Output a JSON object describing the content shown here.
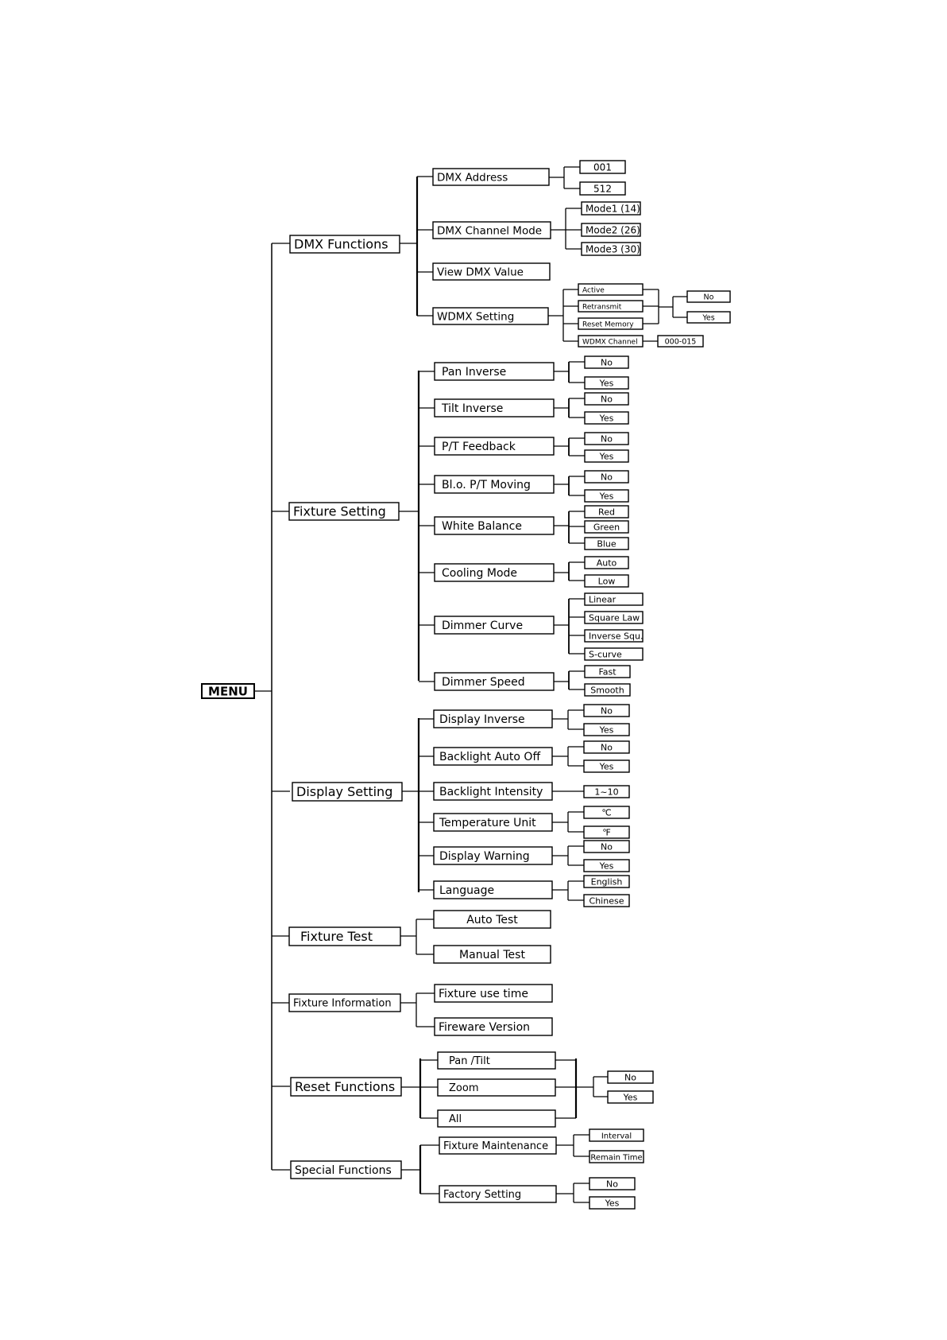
{
  "menu": "MENU",
  "dmx": {
    "label": "DMX Functions",
    "address": {
      "label": "DMX  Address",
      "min": "001",
      "max": "512"
    },
    "channel_mode": {
      "label": "DMX  Channel Mode",
      "options": [
        "Mode1 (14)",
        "Mode2 (26)",
        "Mode3 (30)"
      ]
    },
    "view_value": {
      "label": "View DMX Value"
    },
    "wdmx": {
      "label": "WDMX Setting",
      "options": [
        "Active",
        "Retransmit",
        "Reset Memory",
        "WDMX Channel"
      ],
      "choices": [
        "No",
        "Yes"
      ],
      "channel_range": "000-015"
    }
  },
  "fixture_setting": {
    "label": "Fixture Setting",
    "items": [
      {
        "label": "Pan Inverse",
        "options": [
          "No",
          "Yes"
        ]
      },
      {
        "label": "Tilt  Inverse",
        "options": [
          "No",
          "Yes"
        ]
      },
      {
        "label": "P/T Feedback",
        "options": [
          "No",
          "Yes"
        ]
      },
      {
        "label": "Bl.o. P/T Moving",
        "options": [
          "No",
          "Yes"
        ]
      },
      {
        "label": "White Balance",
        "options": [
          "Red",
          "Green",
          "Blue"
        ]
      },
      {
        "label": "Cooling Mode",
        "options": [
          "Auto",
          "Low"
        ]
      },
      {
        "label": "Dimmer Curve",
        "options": [
          "Linear",
          "Square Law",
          "Inverse Squ.",
          "S-curve"
        ]
      },
      {
        "label": "Dimmer Speed",
        "options": [
          "Fast",
          "Smooth"
        ]
      }
    ]
  },
  "display_setting": {
    "label": "Display Setting",
    "items": [
      {
        "label": "Display Inverse",
        "options": [
          "No",
          "Yes"
        ]
      },
      {
        "label": "Backlight Auto Off",
        "options": [
          "No",
          "Yes"
        ]
      },
      {
        "label": "Backlight Intensity",
        "options": [
          "1~10"
        ]
      },
      {
        "label": "Temperature Unit",
        "options": [
          "℃",
          "℉"
        ]
      },
      {
        "label": "Display Warning",
        "options": [
          "No",
          "Yes"
        ]
      },
      {
        "label": "Language",
        "options": [
          "English",
          "Chinese"
        ]
      }
    ]
  },
  "fixture_test": {
    "label": "Fixture Test",
    "items": [
      "Auto Test",
      "Manual Test"
    ]
  },
  "fixture_information": {
    "label": "Fixture Information",
    "items": [
      "Fixture use time",
      "Fireware Version"
    ]
  },
  "reset_functions": {
    "label": "Reset Functions",
    "items": [
      "Pan /Tilt",
      "Zoom",
      "All"
    ],
    "choices": [
      "No",
      "Yes"
    ]
  },
  "special_functions": {
    "label": "Special Functions",
    "items": [
      {
        "label": "Fixture Maintenance",
        "options": [
          "Interval",
          "Remain Time"
        ]
      },
      {
        "label": "Factory Setting",
        "options": [
          "No",
          "Yes"
        ]
      }
    ]
  }
}
